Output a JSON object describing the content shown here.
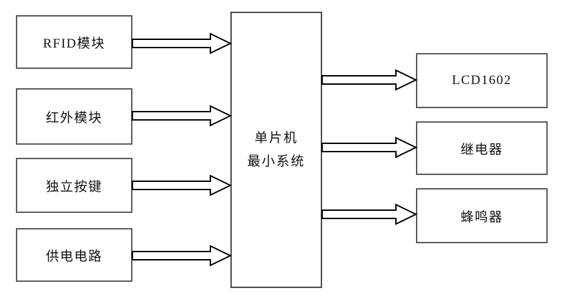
{
  "diagram": {
    "title": "MCU minimum system block diagram",
    "background_color": "#ffffff",
    "box_border_color": "#5a5a5a",
    "arrow_outline_color": "#000000",
    "arrow_fill_color": "#ffffff",
    "center_box": {
      "line1": "单片机",
      "line2": "最小系统"
    },
    "input_boxes": [
      {
        "label": "RFID模块"
      },
      {
        "label": "红外模块"
      },
      {
        "label": "独立按键"
      },
      {
        "label": "供电电路"
      }
    ],
    "output_boxes": [
      {
        "label": "LCD1602"
      },
      {
        "label": "继电器"
      },
      {
        "label": "蜂鸣器"
      }
    ]
  }
}
